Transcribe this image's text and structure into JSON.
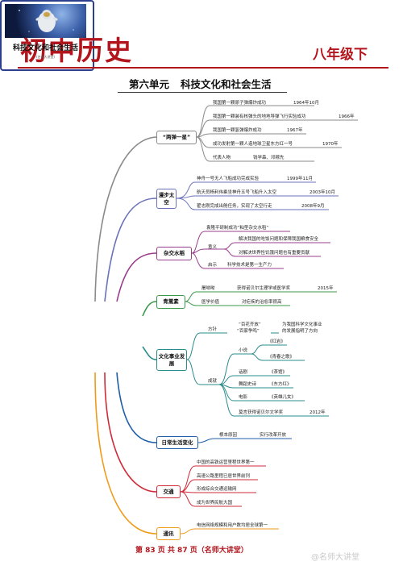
{
  "header": {
    "title": "初中历史",
    "grade": "八年级下",
    "unit_no": "第六单元",
    "unit_name": "科技文化和社会生活"
  },
  "central": {
    "title": "科技文化和社会生活",
    "credit": "(名师大讲堂)"
  },
  "colors": {
    "title_red": "#b3151d",
    "branch_grey": "#8a8a8a",
    "branch_blue": "#6a72b8",
    "branch_purple": "#9b3d8c",
    "branch_green": "#3a9a4a",
    "branch_teal": "#2b8c8c",
    "branch_navy": "#1f5fa8",
    "branch_red": "#d02a38",
    "branch_orange": "#f09a1a"
  },
  "branches": {
    "liangdan": {
      "label": "“两弹一星”",
      "items": [
        {
          "text": "我国第一颗原子弹爆炸成功",
          "date": "1964年10月"
        },
        {
          "text": "我国第一颗装有核弹头的地地导弹飞行实验成功",
          "date": "1966年"
        },
        {
          "text": "我国第一颗氢弹爆炸成功",
          "date": "1967年"
        },
        {
          "text": "成功发射第一颗人造地球卫星东方红一号",
          "date": "1970年"
        },
        {
          "text": "代表人物",
          "date": "钱学森、邓稼先"
        }
      ]
    },
    "space": {
      "label": "漫步太空",
      "items": [
        {
          "text": "神舟一号无人飞船成功完成实验",
          "date": "1999年11月"
        },
        {
          "text": "航天员杨利伟乘坐神舟五号飞船升入太空",
          "date": "2003年10月"
        },
        {
          "text": "翟志刚完成出舱任务，实现了太空行走",
          "date": "2008年9月"
        }
      ]
    },
    "rice": {
      "label": "杂交水稻",
      "top": "袁隆平研制成功“籼型杂交水稻”",
      "meaning_label": "意义",
      "meaning": [
        "解决我国的吃饭问题和保障我国粮食安全",
        "对解决世界性饥饿问题也有重要贡献"
      ],
      "insight_label": "启示",
      "insight": "科学技术是第一生产力"
    },
    "artemisinin": {
      "label": "青蒿素",
      "rows": [
        {
          "k": "屠呦呦",
          "v": "获得诺贝尔生理学或医学奖",
          "date": "2015年"
        },
        {
          "k": "医学价值",
          "v": "对疟疾的治愈率很高",
          "date": ""
        }
      ]
    },
    "culture": {
      "label": "文化事业发展",
      "policy_label": "方针",
      "policy": [
        "“百花齐放”",
        "“百家争鸣”"
      ],
      "policy_note": [
        "为我国科学文化事业",
        "的发展指明了方向"
      ],
      "achieve_label": "成就",
      "cats": [
        {
          "k": "小说",
          "v": [
            "《红岩》",
            "《青春之歌》"
          ]
        },
        {
          "k": "话剧",
          "v": [
            "《茶馆》"
          ]
        },
        {
          "k": "舞蹈史诗",
          "v": [
            "《东方红》"
          ]
        },
        {
          "k": "电影",
          "v": [
            "《英雄儿女》"
          ]
        }
      ],
      "nobel": {
        "v": "莫言获得诺贝尔文学奖",
        "date": "2012年"
      }
    },
    "life": {
      "label": "日常生活变化",
      "root_label": "根本原因",
      "root_value": "实行改革开放"
    },
    "transport": {
      "label": "交通",
      "items": [
        "中国的高铁运营里程世界第一",
        "高速公路里程已居世界前列",
        "形成综合交通运输网",
        "成为世界民航大国"
      ]
    },
    "comm": {
      "label": "通讯",
      "item": "电信网络规模和用户数均居全球第一"
    }
  },
  "footer": {
    "text": "第 83 页 共 87 页（名师大讲堂）",
    "watermark": "@名师大讲堂"
  }
}
